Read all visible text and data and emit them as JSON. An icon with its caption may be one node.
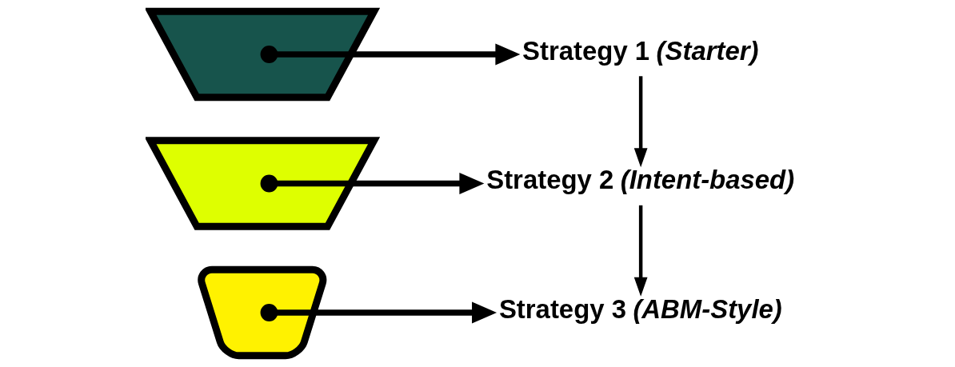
{
  "diagram": {
    "nodes": [
      {
        "text": [],
        "shape": "trapezoid"
      },
      {
        "text": [],
        "shape": "trapezoid"
      },
      {
        "text": [],
        "shape": "cup"
      },
      {
        "text": [
          "Strategy 1 *(Starter)*"
        ]
      },
      {
        "text": [
          "Strategy 2 *(Intent-based)*"
        ]
      },
      {
        "text": [
          "Strategy 3 *(ABM-Style)*"
        ]
      }
    ],
    "edges": [
      {
        "from": 0,
        "to": 3,
        "arrow": "to"
      },
      {
        "from": 1,
        "to": 4,
        "arrow": "to"
      },
      {
        "from": 2,
        "to": 5,
        "arrow": "to"
      },
      {
        "from": 3,
        "to": 4,
        "arrow": "to"
      },
      {
        "from": 4,
        "to": 5,
        "arrow": "to"
      }
    ]
  }
}
